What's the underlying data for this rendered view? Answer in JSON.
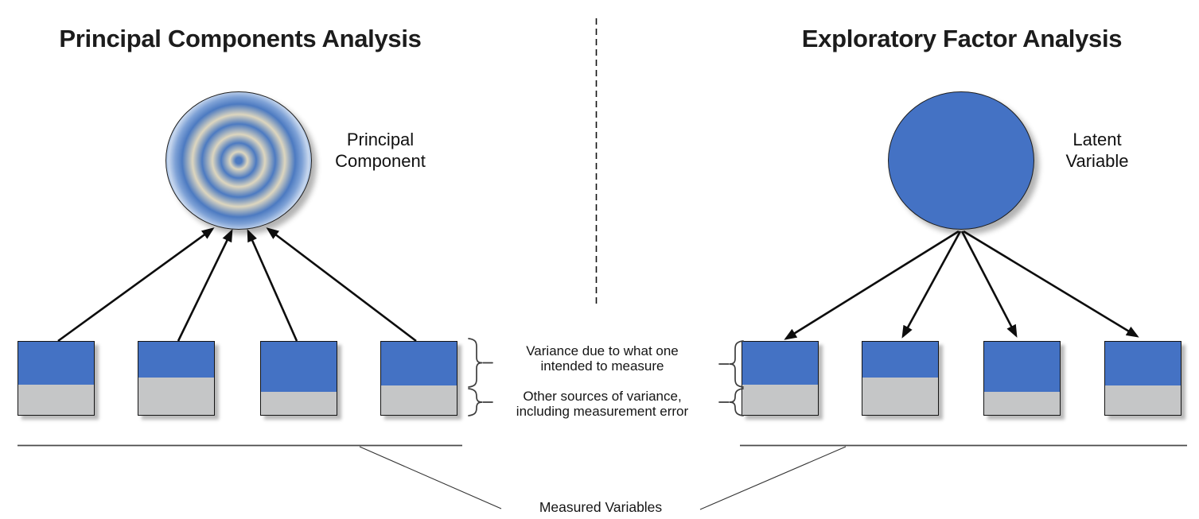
{
  "left_panel": {
    "title": "Principal Components Analysis",
    "node_label": {
      "lines": [
        "Principal",
        "Component"
      ]
    },
    "node_type": "principal-component",
    "arrow_direction": "indicators_to_component",
    "variables": [
      {
        "intended_fraction": 0.6
      },
      {
        "intended_fraction": 0.5
      },
      {
        "intended_fraction": 0.7
      },
      {
        "intended_fraction": 0.61
      }
    ]
  },
  "right_panel": {
    "title": "Exploratory Factor Analysis",
    "node_label": {
      "lines": [
        "Latent",
        "Variable"
      ]
    },
    "node_type": "latent-variable",
    "arrow_direction": "factor_to_indicators",
    "variables": [
      {
        "intended_fraction": 0.6
      },
      {
        "intended_fraction": 0.5
      },
      {
        "intended_fraction": 0.7
      },
      {
        "intended_fraction": 0.61
      }
    ]
  },
  "annotations": {
    "variance_line1": "Variance due to what one",
    "variance_line2": "intended to measure",
    "other_line1": "Other sources of variance,",
    "other_line2": "including measurement error",
    "measured_label": "Measured Variables"
  },
  "colors": {
    "box_blue": "#4472C4",
    "box_gray": "#C5C6C7",
    "factor_fill": "#4472C4",
    "ripple_blue": "#4C7AC1",
    "ripple_cream": "#DDD6BF",
    "line_color": "#1a1a1a"
  }
}
